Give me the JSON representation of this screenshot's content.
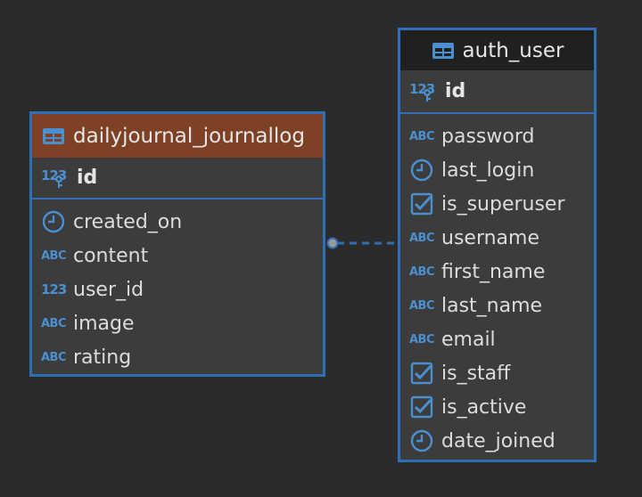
{
  "entities": {
    "journallog": {
      "title": "dailyjournal_journallog",
      "pk": {
        "type_label": "123",
        "name": "id"
      },
      "columns": [
        {
          "icon": "clock-icon",
          "name": "created_on"
        },
        {
          "icon": "text-type-icon",
          "type_label": "ABC",
          "name": "content"
        },
        {
          "icon": "number-type-icon",
          "type_label": "123",
          "name": "user_id"
        },
        {
          "icon": "text-type-icon",
          "type_label": "ABC",
          "name": "image"
        },
        {
          "icon": "text-type-icon",
          "type_label": "ABC",
          "name": "rating"
        }
      ]
    },
    "authuser": {
      "title": "auth_user",
      "pk": {
        "type_label": "123",
        "name": "id"
      },
      "columns": [
        {
          "icon": "text-type-icon",
          "type_label": "ABC",
          "name": "password"
        },
        {
          "icon": "clock-icon",
          "name": "last_login"
        },
        {
          "icon": "checkbox-icon",
          "name": "is_superuser"
        },
        {
          "icon": "text-type-icon",
          "type_label": "ABC",
          "name": "username"
        },
        {
          "icon": "text-type-icon",
          "type_label": "ABC",
          "name": "first_name"
        },
        {
          "icon": "text-type-icon",
          "type_label": "ABC",
          "name": "last_name"
        },
        {
          "icon": "text-type-icon",
          "type_label": "ABC",
          "name": "email"
        },
        {
          "icon": "checkbox-icon",
          "name": "is_staff"
        },
        {
          "icon": "checkbox-icon",
          "name": "is_active"
        },
        {
          "icon": "clock-icon",
          "name": "date_joined"
        }
      ]
    }
  },
  "colors": {
    "background": "#2b2b2b",
    "entity_border": "#2f6fb5",
    "entity_body": "#3c3c3c",
    "journallog_header": "#7f4126",
    "authuser_header": "#202020",
    "icon_blue": "#4a8fd0",
    "text": "#dcdcdc"
  }
}
